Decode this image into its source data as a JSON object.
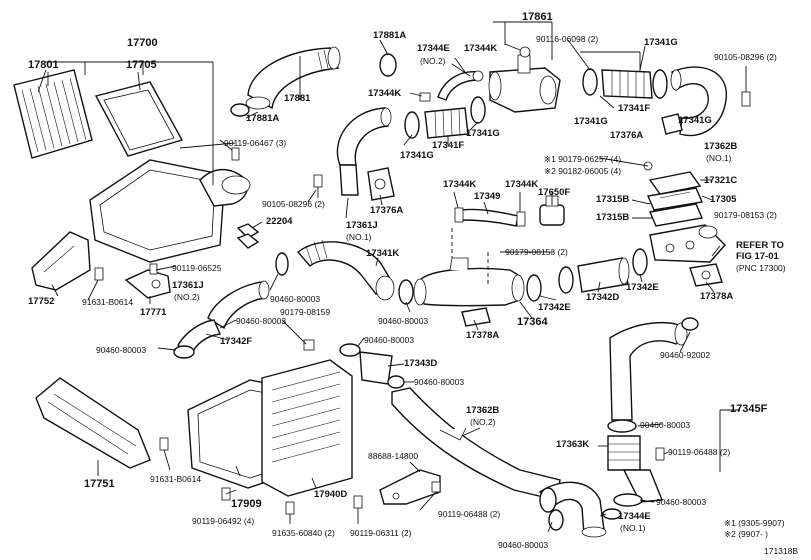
{
  "labels": {
    "p17700": "17700",
    "p17801": "17801",
    "p17705": "17705",
    "p17881a_top": "17881A",
    "p17881": "17881",
    "p17881a_mid": "17881A",
    "p17344e_top": "17344E",
    "p17344e_top_note": "(NO.2)",
    "p17344k_top": "17344K",
    "p17344k_a": "17344K",
    "p17861": "17861",
    "p90116": "90116-06098 (2)",
    "p17341g_tr": "17341G",
    "p90105_tr": "90105-08296 (2)",
    "p17341g_mid": "17341G",
    "p17341f_tr": "17341F",
    "p17341g_right": "17341G",
    "p17376a_right": "17376A",
    "p17362b_top": "17362B",
    "p17362b_top_note": "(NO.1)",
    "p90119_06467": "90119-06467 (3)",
    "p17341g_left": "17341G",
    "p17341f_left": "17341F",
    "p17341g_mid2": "17341G",
    "note1": "※1 90179-06257 (4)",
    "note2": "※2 90182-06005 (4)",
    "p17321c": "17321C",
    "p17305": "17305",
    "p17315b_a": "17315B",
    "p17315b_b": "17315B",
    "p90179_08153_r": "90179-08153 (2)",
    "p90105_mid": "90105-08296 (2)",
    "p17376a_mid": "17376A",
    "p17344k_b": "17344K",
    "p17349": "17349",
    "p17344k_c": "17344K",
    "p17650f": "17650F",
    "p22204": "22204",
    "p17361j_a": "17361J",
    "p17361j_a_note": "(NO.1)",
    "refer_1": "REFER TO",
    "refer_2": "FIG 17-01",
    "refer_3": "(PNC 17300)",
    "p90179_08153_m": "90179-08153 (2)",
    "p17341k": "17341K",
    "p17752": "17752",
    "p90119_06525": "90119-06525",
    "p91631_a": "91631-B0614",
    "p17361j_b": "17361J",
    "p17361j_b_note": "(NO.2)",
    "p17771": "17771",
    "p90460_80003_a": "90460-80003",
    "p90460_80003_b": "90460-80003",
    "p90179_08159": "90179-08159",
    "p90460_80003_c": "90460-80003",
    "p17342e_a": "17342E",
    "p17342d": "17342D",
    "p17342e_b": "17342E",
    "p17378a_r": "17378A",
    "p17364": "17364",
    "p17378a_m": "17378A",
    "p17342f": "17342F",
    "p90460_80003_d": "90460-80003",
    "p90460_80003_e": "90460-80003",
    "p17343d": "17343D",
    "p90460_80003_f": "90460-80003",
    "p90460_92002": "90460-92002",
    "p90460_80003_g": "90460-80003",
    "p17345f": "17345F",
    "p17362b_mid": "17362B",
    "p17362b_mid_note": "(NO.2)",
    "p17363k": "17363K",
    "p90119_06488_r": "90119-06488 (2)",
    "p88688": "88688-14800",
    "p91631_b": "91631-B0614",
    "p17751": "17751",
    "p17909": "17909",
    "p17940d": "17940D",
    "p90119_06488_m": "90119-06488 (2)",
    "p90119_06492": "90119-06492 (4)",
    "p91635": "91635-60840 (2)",
    "p90119_06311": "90119-06311 (2)",
    "p90460_80003_h": "90460-80003",
    "p90460_80003_i": "90460-80003",
    "p17344e_b": "17344E",
    "p17344e_b_note": "(NO.1)",
    "foot1": "※1 (9305-9907)",
    "foot2": "※2 (9907-          )",
    "fig_id": "171318B"
  },
  "colors": {
    "ink": "#111111",
    "paper": "#ffffff"
  }
}
